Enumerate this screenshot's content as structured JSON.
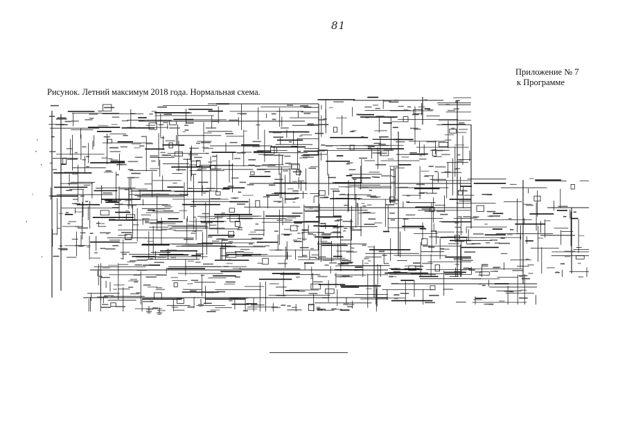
{
  "page": {
    "page_number": "81",
    "appendix_line1": "Приложение № 7",
    "appendix_line2": "к Программе",
    "caption": "Рисунок. Летний максимум 2018 года. Нормальная схема."
  },
  "colors": {
    "ink": "#1a1a1a",
    "paper": "#ffffff"
  }
}
